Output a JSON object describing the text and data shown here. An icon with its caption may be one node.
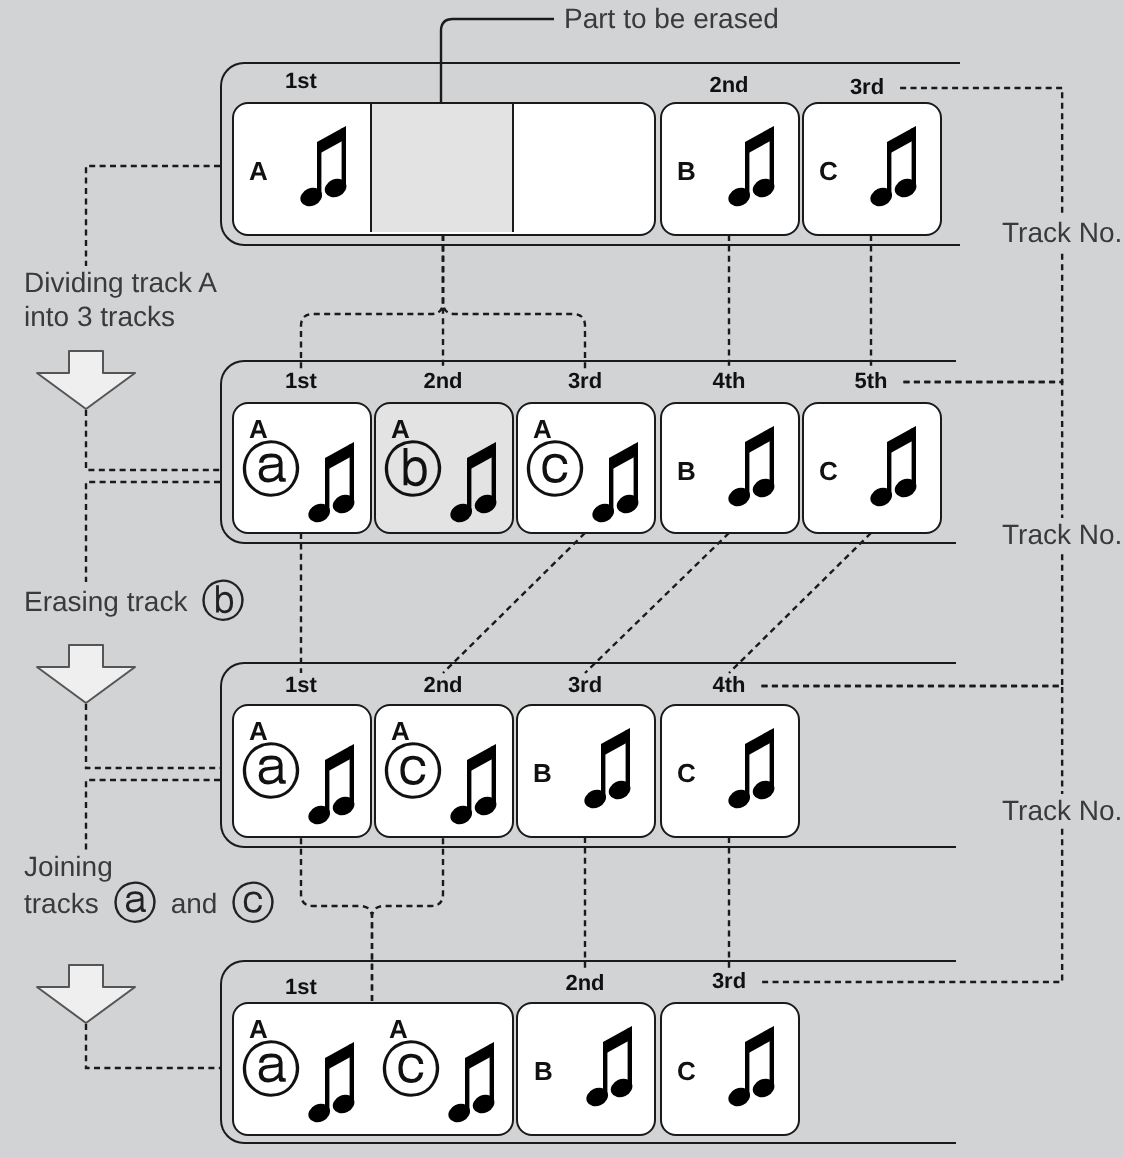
{
  "diagram": {
    "nodes": [
      {
        "text": [
          "Part to be erased"
        ]
      },
      {
        "text": [],
        "shape": "box"
      },
      {
        "text": [
          "1st"
        ],
        "in": 1
      },
      {
        "text": [
          "2nd"
        ],
        "in": 1
      },
      {
        "text": [
          "3rd"
        ],
        "in": 1
      },
      {
        "text": [
          "A"
        ],
        "in": 1
      },
      {
        "text": [],
        "shape": "box",
        "in": 5
      },
      {
        "text": [],
        "shape": "box",
        "in": 5
      },
      {
        "text": [
          "B"
        ],
        "in": 1
      },
      {
        "text": [
          "C"
        ],
        "in": 1
      },
      {
        "text": [
          "Track No."
        ]
      },
      {
        "text": [],
        "shape": "arrow",
        "beside": [
          "Dividing track A into 3 tracks"
        ]
      },
      {
        "text": [],
        "shape": "box"
      },
      {
        "text": [
          "1st"
        ],
        "in": 12
      },
      {
        "text": [
          "2nd"
        ],
        "in": 12
      },
      {
        "text": [
          "3rd"
        ],
        "in": 12
      },
      {
        "text": [
          "4th"
        ],
        "in": 12
      },
      {
        "text": [
          "5th"
        ],
        "in": 12
      },
      {
        "text": [
          "A",
          "ⓐ"
        ],
        "in": 12
      },
      {
        "text": [
          "A",
          "ⓑ"
        ],
        "in": 12
      },
      {
        "text": [
          "A",
          "ⓒ"
        ],
        "in": 12
      },
      {
        "text": [
          "B"
        ],
        "in": 12
      },
      {
        "text": [
          "C"
        ],
        "in": 12
      },
      {
        "text": [
          "Track No."
        ]
      },
      {
        "text": [],
        "shape": "arrow",
        "beside": [
          "Erasing track ⓑ"
        ]
      },
      {
        "text": [],
        "shape": "box"
      },
      {
        "text": [
          "1st"
        ],
        "in": 25
      },
      {
        "text": [
          "2nd"
        ],
        "in": 25
      },
      {
        "text": [
          "3rd"
        ],
        "in": 25
      },
      {
        "text": [
          "4th"
        ],
        "in": 25
      },
      {
        "text": [
          "A",
          "ⓐ"
        ],
        "in": 25
      },
      {
        "text": [
          "A",
          "ⓒ"
        ],
        "in": 25
      },
      {
        "text": [
          "B"
        ],
        "in": 25
      },
      {
        "text": [
          "C"
        ],
        "in": 25
      },
      {
        "text": [
          "Track No."
        ]
      },
      {
        "text": [],
        "shape": "arrow",
        "beside": [
          "Joining tracks ⓐ and ⓒ"
        ]
      },
      {
        "text": [],
        "shape": "box"
      },
      {
        "text": [
          "1st"
        ],
        "in": 36
      },
      {
        "text": [
          "2nd"
        ],
        "in": 36
      },
      {
        "text": [
          "3rd"
        ],
        "in": 36
      },
      {
        "text": [
          "A",
          "ⓐ",
          "A",
          "ⓒ"
        ],
        "in": 36
      },
      {
        "text": [
          "B"
        ],
        "in": 36
      },
      {
        "text": [
          "C"
        ],
        "in": 36
      }
    ],
    "edges": [
      {
        "from": 0,
        "to": 6,
        "arrow": "none"
      },
      {
        "from": 5,
        "to": 13,
        "arrow": "none",
        "style": "dashed"
      },
      {
        "from": 5,
        "to": 14,
        "arrow": "none",
        "style": "dashed"
      },
      {
        "from": 5,
        "to": 15,
        "arrow": "none",
        "style": "dashed"
      },
      {
        "from": 8,
        "to": 16,
        "arrow": "none",
        "style": "dashed"
      },
      {
        "from": 9,
        "to": 17,
        "arrow": "none",
        "style": "dashed"
      },
      {
        "from": 18,
        "to": 26,
        "arrow": "none",
        "style": "dashed"
      },
      {
        "from": 20,
        "to": 27,
        "arrow": "none",
        "style": "dashed"
      },
      {
        "from": 21,
        "to": 28,
        "arrow": "none",
        "style": "dashed"
      },
      {
        "from": 22,
        "to": 29,
        "arrow": "none",
        "style": "dashed"
      },
      {
        "from": 30,
        "to": 40,
        "arrow": "none",
        "style": "dashed"
      },
      {
        "from": 31,
        "to": 40,
        "arrow": "none",
        "style": "dashed"
      },
      {
        "from": 32,
        "to": 38,
        "arrow": "none",
        "style": "dashed"
      },
      {
        "from": 33,
        "to": 39,
        "arrow": "none",
        "style": "dashed"
      },
      {
        "from": 10,
        "to": 4,
        "arrow": "none",
        "style": "dashed"
      },
      {
        "from": 10,
        "to": 17,
        "arrow": "none",
        "style": "dashed"
      },
      {
        "from": 23,
        "to": 17,
        "arrow": "none",
        "style": "dashed"
      },
      {
        "from": 23,
        "to": 29,
        "arrow": "none",
        "style": "dashed"
      },
      {
        "from": 34,
        "to": 29,
        "arrow": "none",
        "style": "dashed"
      },
      {
        "from": 34,
        "to": 39,
        "arrow": "none",
        "style": "dashed"
      },
      {
        "from": 1,
        "to": 11,
        "arrow": "none",
        "style": "dashed"
      },
      {
        "from": 11,
        "to": 12,
        "arrow": "none",
        "style": "dashed"
      },
      {
        "from": 12,
        "to": 24,
        "arrow": "none",
        "style": "dashed"
      },
      {
        "from": 24,
        "to": 25,
        "arrow": "none",
        "style": "dashed"
      },
      {
        "from": 25,
        "to": 35,
        "arrow": "none",
        "style": "dashed"
      },
      {
        "from": 35,
        "to": 36,
        "arrow": "none",
        "style": "dashed"
      }
    ]
  }
}
